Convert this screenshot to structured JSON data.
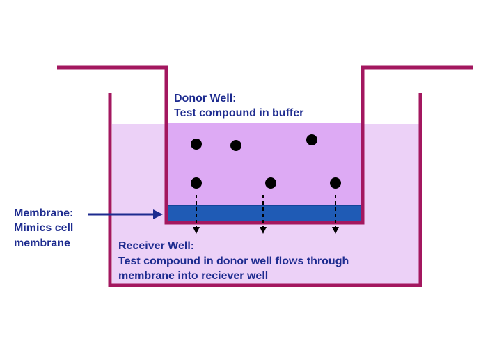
{
  "labels": {
    "donor_title": "Donor Well:",
    "donor_desc": "Test compound in buffer",
    "membrane_title": "Membrane:",
    "membrane_line2": "Mimics cell",
    "membrane_line3": "membrane",
    "receiver_title": "Receiver Well:",
    "receiver_line2": "Test compound in donor well flows through",
    "receiver_line3": "membrane into reciever well"
  },
  "colors": {
    "wall": "#a3175f",
    "receiver_fill": "#ecd1f7",
    "donor_fill": "#ddaaf4",
    "membrane": "#1f5bb5",
    "membrane_border": "#0a2f7a",
    "text": "#1d2b8f",
    "arrow": "#1d2b8f",
    "molecule": "#000000"
  }
}
